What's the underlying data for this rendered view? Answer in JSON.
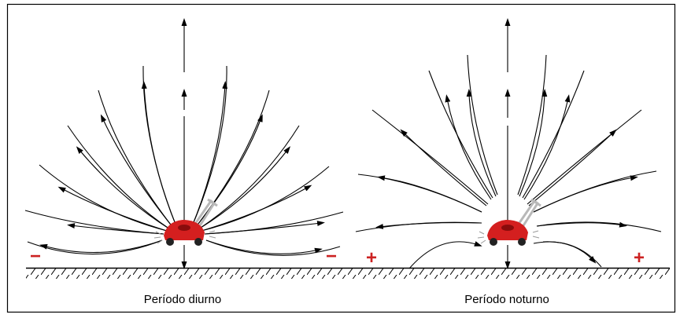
{
  "panels": [
    {
      "id": "day",
      "caption": "Período diurno",
      "left_sign": "−",
      "right_sign": "−",
      "sign_color": "#cc2222"
    },
    {
      "id": "night",
      "caption": "Período noturno",
      "left_sign": "+",
      "right_sign": "+",
      "sign_color": "#cc2222"
    }
  ],
  "mower_icon": "lawn-mower-icon",
  "ground_pattern": "hatched-ground"
}
